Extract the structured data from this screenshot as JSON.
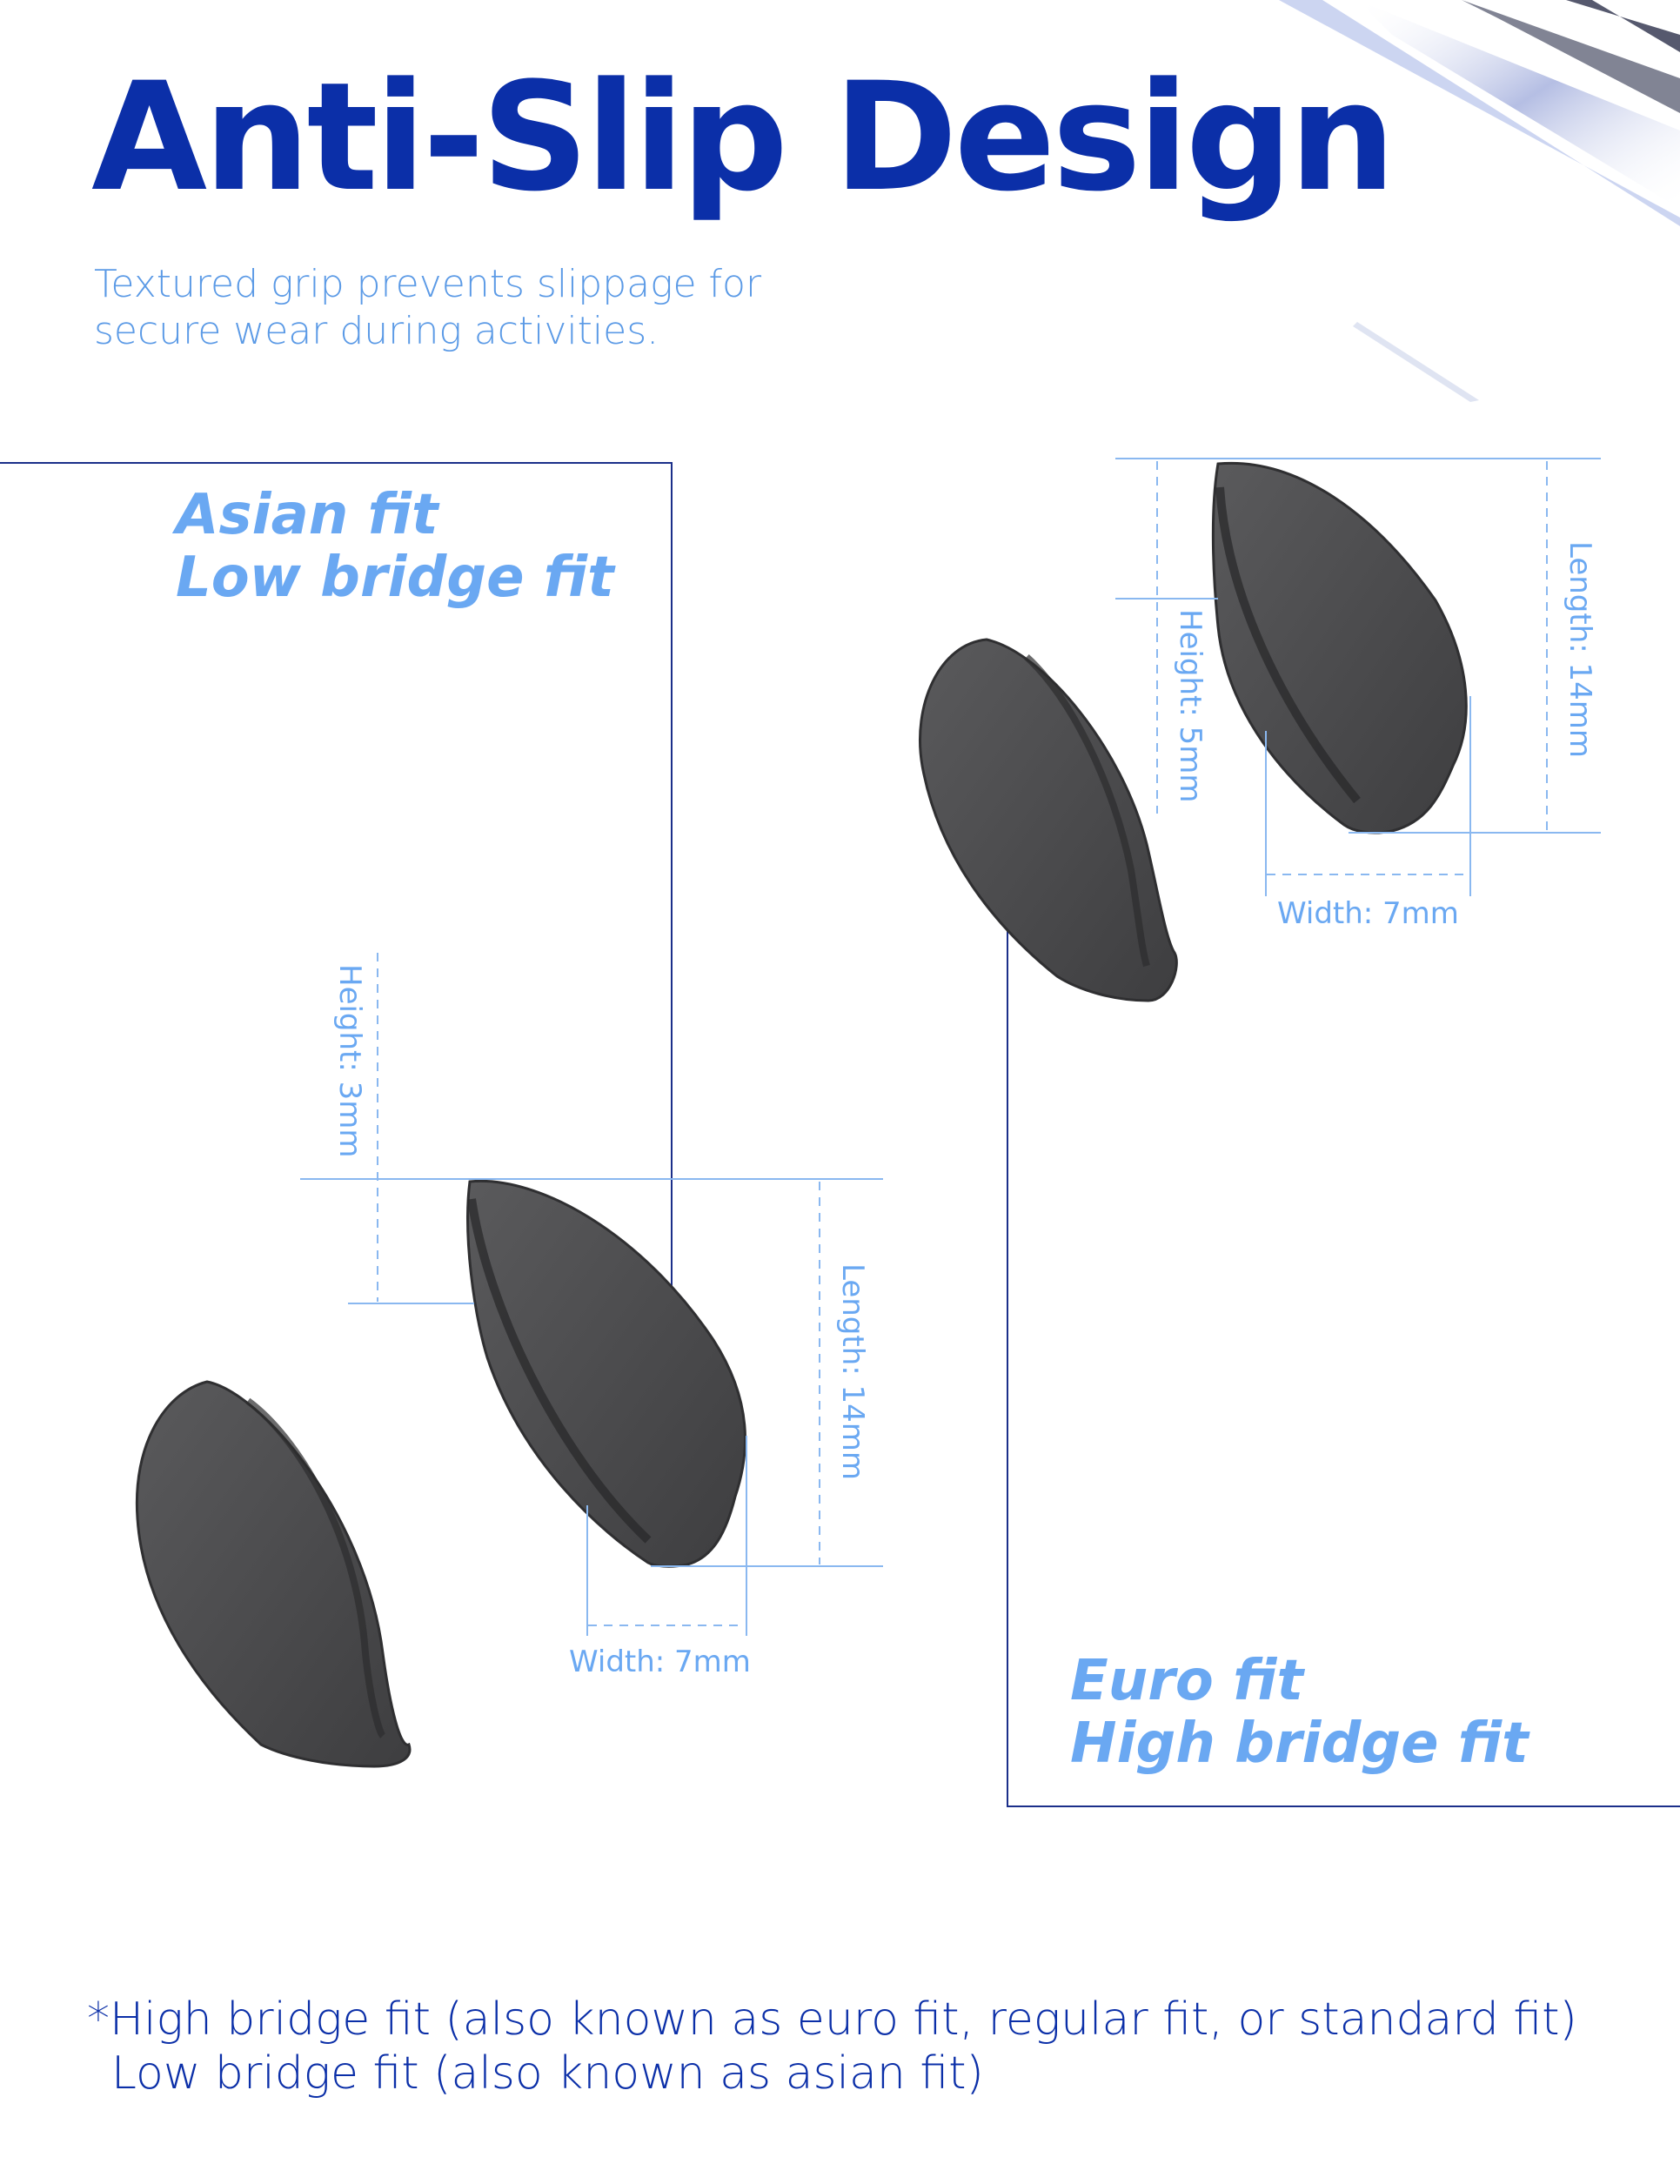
{
  "header": {
    "title": "Anti-Slip Design",
    "subtitle_line1": "Textured grip prevents slippage for",
    "subtitle_line2": "secure wear during activities."
  },
  "asian_fit": {
    "label_line1": "Asian fit",
    "label_line2": "Low bridge fit",
    "height": "Height: 3mm",
    "length": "Length: 14mm",
    "width": "Width: 7mm"
  },
  "euro_fit": {
    "label_line1": "Euro fit",
    "label_line2": "High bridge fit",
    "height": "Height: 5mm",
    "length": "Length: 14mm",
    "width": "Width: 7mm"
  },
  "footnote": {
    "line1": "*High bridge fit (also known as euro fit, regular fit, or standard fit)",
    "line2": "Low bridge fit (also known as asian fit)"
  },
  "colors": {
    "title": "#0b2fa8",
    "accent": "#6aa8f2",
    "pad": "#4b4b4d",
    "pad_edge": "#2f2f31"
  }
}
